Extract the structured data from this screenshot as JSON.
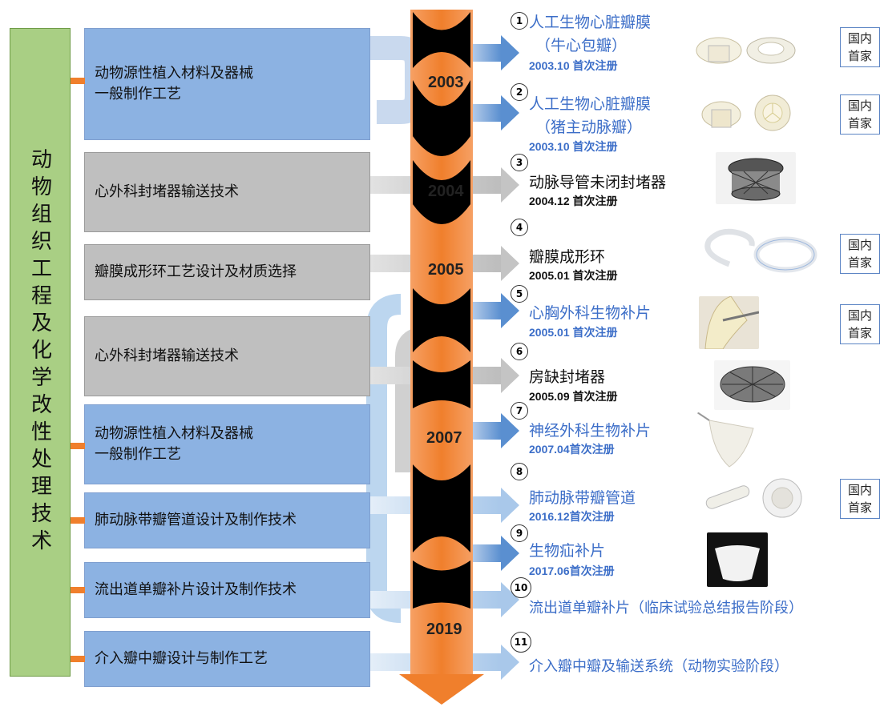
{
  "left_title": "动物组织工程及化学改性处理技术",
  "technologies": [
    {
      "label": "动物源性植入材料及器械\n一般制作工艺",
      "style": "blue"
    },
    {
      "label": "心外科封堵器输送技术",
      "style": "gray"
    },
    {
      "label": "瓣膜成形环工艺设计及材质选择",
      "style": "gray"
    },
    {
      "label": "心外科封堵器输送技术",
      "style": "gray"
    },
    {
      "label": "动物源性植入材料及器械\n一般制作工艺",
      "style": "blue"
    },
    {
      "label": "肺动脉带瓣管道设计及制作技术",
      "style": "blue"
    },
    {
      "label": "流出道单瓣补片设计及制作技术",
      "style": "blue"
    },
    {
      "label": "介入瓣中瓣设计与制作工艺",
      "style": "blue"
    }
  ],
  "years": [
    "2003",
    "2004",
    "2005",
    "2007",
    "2019"
  ],
  "products": [
    {
      "num": "1",
      "name": "人工生物心脏瓣膜",
      "name2": "（牛心包瓣）",
      "date": "2003.10 首次注册",
      "color": "blue"
    },
    {
      "num": "2",
      "name": "人工生物心脏瓣膜",
      "name2": "（猪主动脉瓣）",
      "date": "2003.10 首次注册",
      "color": "blue"
    },
    {
      "num": "3",
      "name": "动脉导管未闭封堵器",
      "name2": "",
      "date": "2004.12 首次注册",
      "color": "black"
    },
    {
      "num": "4",
      "name": "瓣膜成形环",
      "name2": "",
      "date": "2005.01 首次注册",
      "color": "black"
    },
    {
      "num": "5",
      "name": "心胸外科生物补片",
      "name2": "",
      "date": "2005.01 首次注册",
      "color": "blue"
    },
    {
      "num": "6",
      "name": "房缺封堵器",
      "name2": "",
      "date": "2005.09 首次注册",
      "color": "black"
    },
    {
      "num": "7",
      "name": "神经外科生物补片",
      "name2": "",
      "date": "2007.04首次注册",
      "color": "blue"
    },
    {
      "num": "8",
      "name": "肺动脉带瓣管道",
      "name2": "",
      "date": "2016.12首次注册",
      "color": "blue"
    },
    {
      "num": "9",
      "name": "生物疝补片",
      "name2": "",
      "date": "2017.06首次注册",
      "color": "blue"
    },
    {
      "num": "10",
      "name": "流出道单瓣补片（临床试验总结报告阶段）",
      "name2": "",
      "date": "",
      "color": "blue"
    },
    {
      "num": "11",
      "name": "介入瓣中瓣及输送系统（动物实验阶段）",
      "name2": "",
      "date": "",
      "color": "blue"
    }
  ],
  "badges": [
    "国内\n首家",
    "国内\n首家",
    "国内\n首家",
    "国内\n首家",
    "国内\n首家"
  ],
  "colors": {
    "blue_box": "#8cb2e2",
    "gray_box": "#bfbfbf",
    "left_box": "#a9cf84",
    "orange": "#f07f2c",
    "blue_text": "#3c6ec8",
    "arrow_blue": "#6f9fd6",
    "arrow_gray": "#c8c8c8",
    "arrow_light": "#bcd6ef"
  }
}
